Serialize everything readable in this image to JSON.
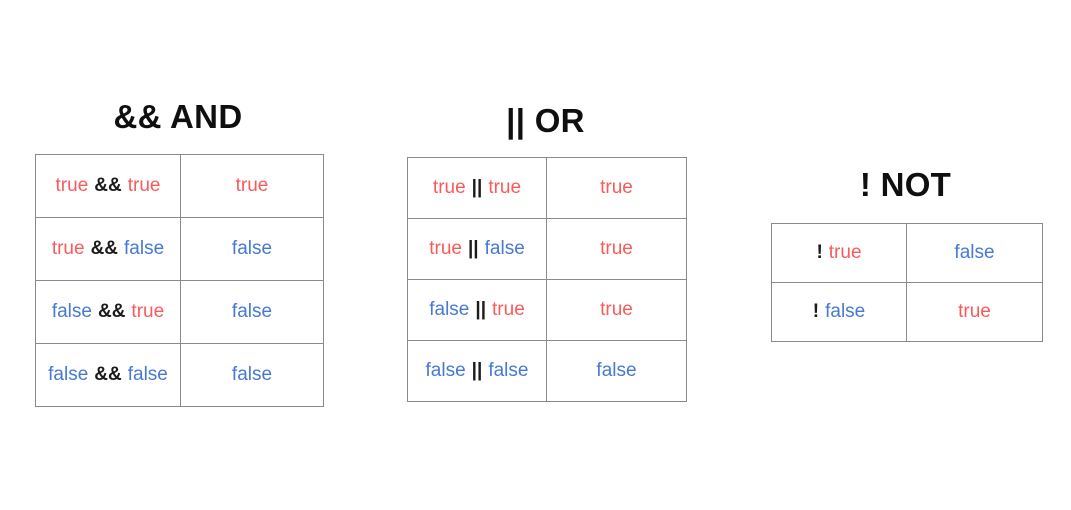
{
  "colors": {
    "true": "#fb5a5a",
    "false": "#4779d4",
    "operator": "#1b1b1b",
    "title": "#0f0f0f",
    "border": "#8a8a8a",
    "background": "#ffffff"
  },
  "blocks": [
    {
      "id": "and",
      "operator": "&&",
      "name": "AND",
      "title": "&& AND",
      "rows": [
        {
          "left": "true",
          "op": "&&",
          "right": "true",
          "result": "true"
        },
        {
          "left": "true",
          "op": "&&",
          "right": "false",
          "result": "false"
        },
        {
          "left": "false",
          "op": "&&",
          "right": "true",
          "result": "false"
        },
        {
          "left": "false",
          "op": "&&",
          "right": "false",
          "result": "false"
        }
      ]
    },
    {
      "id": "or",
      "operator": "||",
      "name": "OR",
      "title": "|| OR",
      "rows": [
        {
          "left": "true",
          "op": "||",
          "right": "true",
          "result": "true"
        },
        {
          "left": "true",
          "op": "||",
          "right": "false",
          "result": "true"
        },
        {
          "left": "false",
          "op": "||",
          "right": "true",
          "result": "true"
        },
        {
          "left": "false",
          "op": "||",
          "right": "false",
          "result": "false"
        }
      ]
    },
    {
      "id": "not",
      "operator": "!",
      "name": "NOT",
      "title": "! NOT",
      "rows": [
        {
          "op": "!",
          "right": "true",
          "result": "false"
        },
        {
          "op": "!",
          "right": "false",
          "result": "true"
        }
      ]
    }
  ]
}
